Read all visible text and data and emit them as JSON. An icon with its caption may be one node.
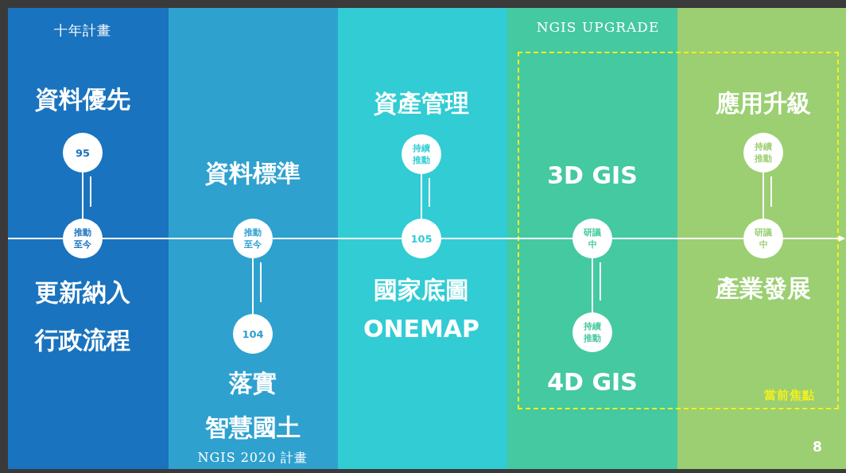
{
  "diagram": {
    "nodes": [
      {
        "text": [
          "十年計畫",
          "資料優先",
          "更新納入",
          "行政流程"
        ]
      },
      {
        "text": [
          "95"
        ],
        "in": 0
      },
      {
        "text": [
          "推動至今"
        ],
        "in": 0
      },
      {
        "text": [
          "資料標準",
          "落實",
          "智慧國土",
          "NGIS 2020 計畫"
        ]
      },
      {
        "text": [
          "推動至今"
        ],
        "in": 3
      },
      {
        "text": [
          "104"
        ],
        "in": 3
      },
      {
        "text": [
          "資產管理",
          "國家底圖",
          "ONEMAP"
        ]
      },
      {
        "text": [
          "持續推動"
        ],
        "in": 6
      },
      {
        "text": [
          "105"
        ],
        "in": 6
      },
      {
        "text": [
          "NGIS UPGRADE",
          "3D GIS",
          "4D GIS"
        ]
      },
      {
        "text": [
          "研議中"
        ],
        "in": 9
      },
      {
        "text": [
          "持續推動"
        ],
        "in": 9
      },
      {
        "text": [
          "應用升級",
          "產業發展"
        ]
      },
      {
        "text": [
          "持續推動"
        ],
        "in": 12
      },
      {
        "text": [
          "研議中"
        ],
        "in": 12
      }
    ],
    "edges": [
      {
        "from": 1,
        "to": 2,
        "arrow": "none"
      },
      {
        "from": 4,
        "to": 5,
        "arrow": "none"
      },
      {
        "from": 7,
        "to": 8,
        "arrow": "none"
      },
      {
        "from": 10,
        "to": 11,
        "arrow": "none"
      },
      {
        "from": 13,
        "to": 14,
        "arrow": "none"
      },
      {
        "from": null,
        "to": 2,
        "arrow": "none"
      },
      {
        "from": 2,
        "to": 4,
        "arrow": "none"
      },
      {
        "from": 4,
        "to": 8,
        "arrow": "none"
      },
      {
        "from": 8,
        "to": 10,
        "arrow": "none"
      },
      {
        "from": 10,
        "to": 14,
        "arrow": "none"
      },
      {
        "from": 14,
        "to": null,
        "arrow": "to"
      }
    ],
    "labels": [
      "當前焦點",
      "8"
    ]
  }
}
